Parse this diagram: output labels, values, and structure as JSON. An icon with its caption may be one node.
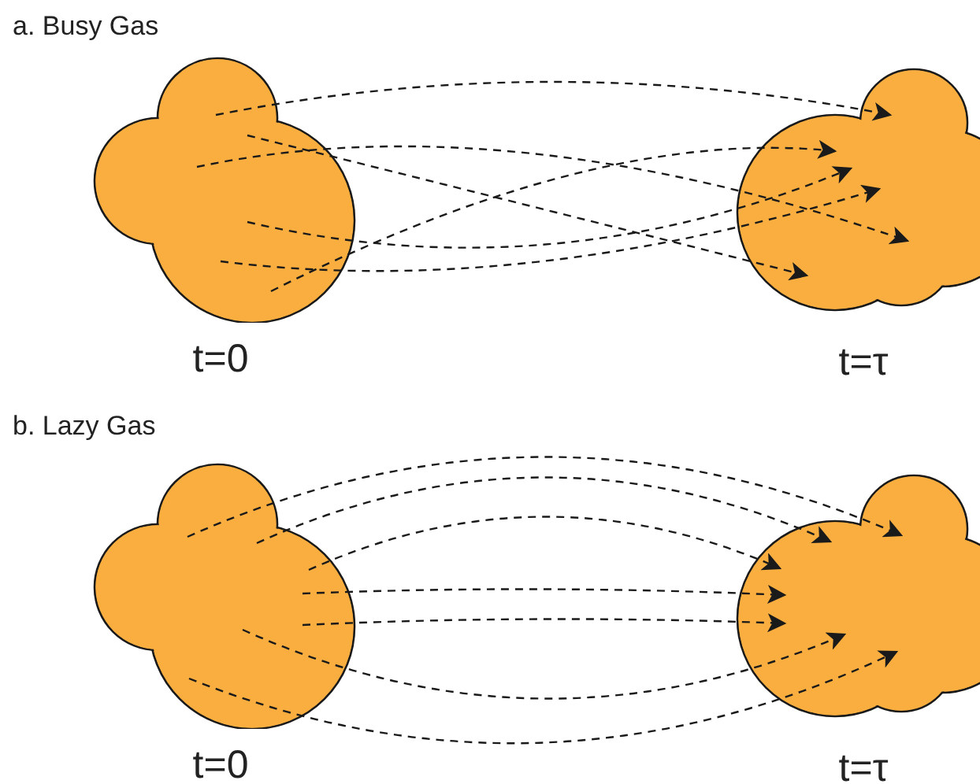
{
  "diagram": {
    "nodes": [
      {
        "text": [],
        "shape": "cloud",
        "beside": [
          "t=0"
        ]
      },
      {
        "text": [],
        "shape": "cloud",
        "beside": [
          "t=τ"
        ]
      },
      {
        "text": [],
        "shape": "cloud",
        "beside": [
          "t=0"
        ]
      },
      {
        "text": [],
        "shape": "cloud",
        "beside": [
          "t=τ"
        ]
      }
    ],
    "edges": [
      {
        "from": 0,
        "to": 1,
        "arrow": "to",
        "style": "dashed"
      },
      {
        "from": 0,
        "to": 1,
        "arrow": "to",
        "style": "dashed"
      },
      {
        "from": 0,
        "to": 1,
        "arrow": "to",
        "style": "dashed"
      },
      {
        "from": 0,
        "to": 1,
        "arrow": "to",
        "style": "dashed"
      },
      {
        "from": 0,
        "to": 1,
        "arrow": "to",
        "style": "dashed"
      },
      {
        "from": 0,
        "to": 1,
        "arrow": "to",
        "style": "dashed"
      },
      {
        "from": 2,
        "to": 3,
        "arrow": "to",
        "style": "dashed"
      },
      {
        "from": 2,
        "to": 3,
        "arrow": "to",
        "style": "dashed"
      },
      {
        "from": 2,
        "to": 3,
        "arrow": "to",
        "style": "dashed"
      },
      {
        "from": 2,
        "to": 3,
        "arrow": "to",
        "style": "dashed"
      },
      {
        "from": 2,
        "to": 3,
        "arrow": "to",
        "style": "dashed"
      },
      {
        "from": 2,
        "to": 3,
        "arrow": "to",
        "style": "dashed"
      },
      {
        "from": 2,
        "to": 3,
        "arrow": "to",
        "style": "dashed"
      }
    ],
    "labels": [
      "a. Busy Gas",
      "b. Lazy Gas"
    ]
  }
}
